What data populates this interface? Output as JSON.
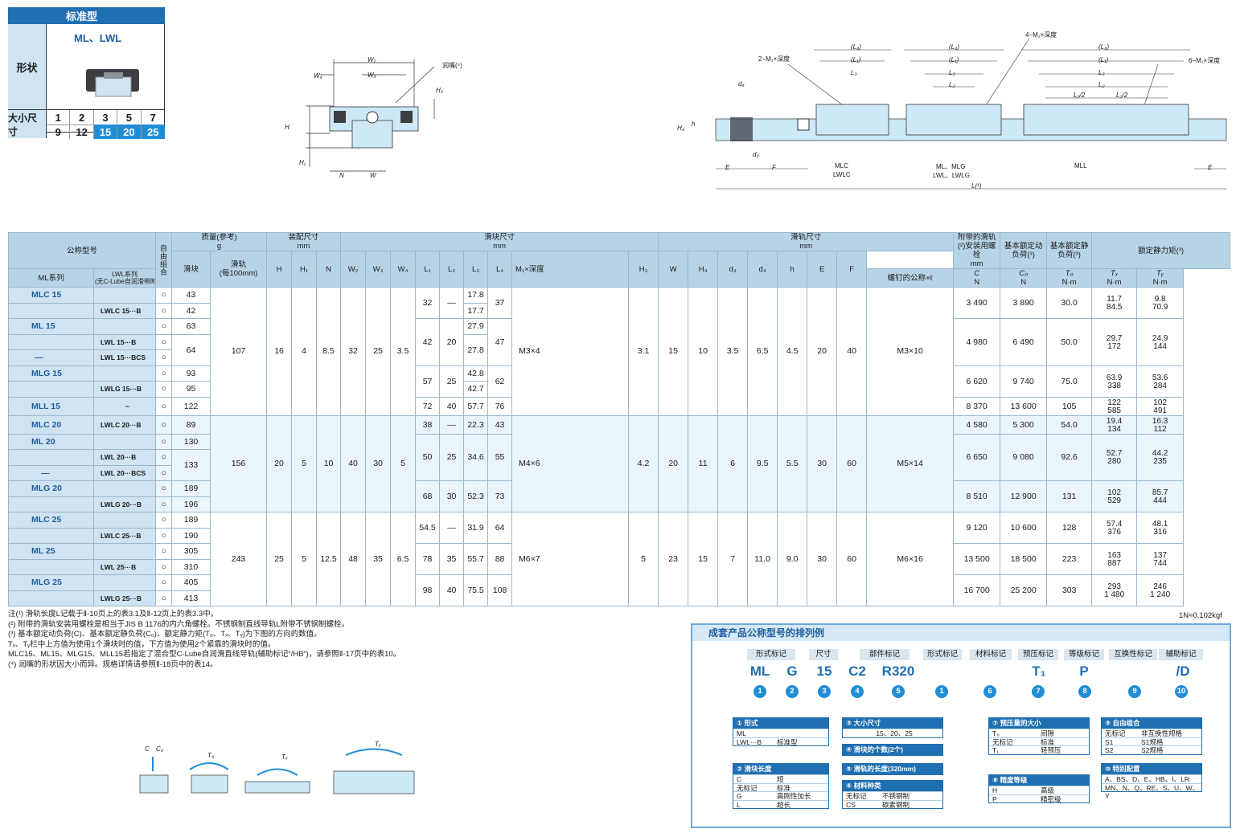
{
  "header": {
    "title": "标准型",
    "shape_label": "形状",
    "model": "ML、LWL",
    "size_label": "大小尺寸",
    "sizes_top": [
      "1",
      "2",
      "3",
      "5",
      "7"
    ],
    "sizes_bottom": [
      "9",
      "12",
      "15",
      "20",
      "25"
    ]
  },
  "diagram1": {
    "labels": {
      "w2": "W₂",
      "w4": "W₄",
      "w3": "W₃",
      "h": "H",
      "h1": "H₁",
      "h3": "H₃",
      "n": "N",
      "w": "W",
      "nozzle": "润嘴(⁴)"
    }
  },
  "diagram2": {
    "labels": {
      "m2": "2−M₁×深度",
      "m4": "4−M₁×深度",
      "m6": "6−M₁×深度",
      "l4a": "(L₄)",
      "l1a": "(L₁)",
      "l3a": "L₃",
      "l4b": "(L₄)",
      "l1b": "(L₁)",
      "l3b": "L₃",
      "l2b": "L₂",
      "l4c": "(L₄)",
      "l1c": "(L₁)",
      "l3c": "L₃",
      "l2c": "L₂",
      "l2h1": "L₂/2",
      "l2h2": "L₂/2",
      "d4": "d₄",
      "d3": "d₃",
      "h4": "H₄",
      "h": "h",
      "e1": "E",
      "f": "F",
      "e2": "E",
      "l": "L(¹)",
      "mlc": "MLC",
      "lwlc": "LWLC",
      "mlmlg": "ML、MLG",
      "lwl": "LWL、LWLG",
      "mll": "MLL"
    }
  },
  "table": {
    "head": {
      "model": "公称型号",
      "ml": "ML系列",
      "lwl": "LWL系列",
      "lwl_sub": "(无C-Lube自润滑带附件)",
      "interchange": "自由组合",
      "mass": "质量(参考)",
      "mass_unit": "g",
      "block": "滑块",
      "rail": "滑轨",
      "rail_sub": "(每100mm)",
      "mount": "装配尺寸",
      "mount_unit": "mm",
      "slider": "滑块尺寸",
      "slider_unit": "mm",
      "railsz": "滑轨尺寸",
      "railsz_unit": "mm",
      "bolt": "附带的滑轨(²)安装用螺栓",
      "bolt_unit": "mm",
      "bolt_sub": "螺钉的公称×ℓ",
      "dyn": "基本额定动负荷(³)",
      "sta": "基本额定静负荷(³)",
      "mom": "额定静力矩(³)",
      "H": "H",
      "H1": "H₁",
      "N": "N",
      "W2": "W₂",
      "W3": "W₃",
      "W4": "W₄",
      "L1": "L₁",
      "L2": "L₂",
      "L3": "L₃",
      "L4": "L₄",
      "M1": "M₁×深度",
      "H3": "H₃",
      "W": "W",
      "H4": "H₄",
      "d3": "d₃",
      "d4": "d₄",
      "h": "h",
      "E": "E",
      "F": "F",
      "C": "C",
      "C0": "C₀",
      "N1": "N",
      "N2": "N",
      "T0": "T₀",
      "TX": "Tₓ",
      "TY": "Tᵧ",
      "Nm1": "N·m",
      "Nm2": "N·m",
      "Nm3": "N·m"
    },
    "circle": "○",
    "dash": "—",
    "lwl_dash": "−",
    "g15": {
      "ml": [
        "MLC  15",
        "ML    15",
        "—",
        "MLG  15",
        "MLL  15"
      ],
      "lw": [
        "LWLC  15···B",
        "LWL    15···B",
        "LWL    15···BCS",
        "LWLG  15···B"
      ],
      "mass": [
        "43",
        "42",
        "63",
        "64",
        "93",
        "95",
        "122"
      ],
      "rail": "107",
      "H": "16",
      "H1": "4",
      "N": "8.5",
      "W2": "32",
      "W3": "25",
      "W4": "3.5",
      "L1": [
        "32",
        "42",
        "57",
        "72"
      ],
      "L2": [
        "20",
        "25",
        "40"
      ],
      "L3": [
        "17.8",
        "17.7",
        "27.9",
        "27.8",
        "42.8",
        "42.7",
        "57.7"
      ],
      "L4": [
        "37",
        "47",
        "62",
        "76"
      ],
      "M1": "M3×4",
      "H3": "3.1",
      "W": "15",
      "H4": "10",
      "d3": "3.5",
      "d4": "6.5",
      "h": "4.5",
      "E": "20",
      "F": "40",
      "bolt": "M3×10",
      "C": [
        "3 490",
        "4 980",
        "6 620",
        "8 370"
      ],
      "C0": [
        "3 890",
        "6 490",
        "9 740",
        "13 600"
      ],
      "T0": [
        "30.0",
        "50.0",
        "75.0",
        "105"
      ],
      "TX": [
        [
          "11.7",
          "84.5"
        ],
        [
          "29.7",
          "172"
        ],
        [
          "63.9",
          "338"
        ],
        [
          "122",
          "585"
        ]
      ],
      "TY": [
        [
          "9.8",
          "70.9"
        ],
        [
          "24.9",
          "144"
        ],
        [
          "53.6",
          "284"
        ],
        [
          "102",
          "491"
        ]
      ]
    },
    "g20": {
      "ml": [
        "MLC  20",
        "ML    20",
        "—",
        "MLG  20"
      ],
      "lw": [
        "LWLC  20···B",
        "LWL    20···B",
        "LWL    20···BCS",
        "LWLG  20···B"
      ],
      "mass": [
        "89",
        "130",
        "133",
        "189",
        "196"
      ],
      "rail": "156",
      "H": "20",
      "H1": "5",
      "N": "10",
      "W2": "40",
      "W3": "30",
      "W4": "5",
      "L1": [
        "38",
        "50",
        "68"
      ],
      "L2": [
        "25",
        "30"
      ],
      "L3": [
        "22.3",
        "34.6",
        "52.3"
      ],
      "L4": [
        "43",
        "55",
        "73"
      ],
      "M1": "M4×6",
      "H3": "4.2",
      "W": "20",
      "H4": "11",
      "d3": "6",
      "d4": "9.5",
      "h": "5.5",
      "E": "30",
      "F": "60",
      "bolt": "M5×14",
      "C": [
        "4 580",
        "6 650",
        "8 510"
      ],
      "C0": [
        "5 300",
        "9 080",
        "12 900"
      ],
      "T0": [
        "54.0",
        "92.6",
        "131"
      ],
      "TX": [
        [
          "19.4",
          "134"
        ],
        [
          "52.7",
          "280"
        ],
        [
          "102",
          "529"
        ]
      ],
      "TY": [
        [
          "16.3",
          "112"
        ],
        [
          "44.2",
          "235"
        ],
        [
          "85.7",
          "444"
        ]
      ]
    },
    "g25": {
      "ml": [
        "MLC  25",
        "ML    25",
        "MLG  25"
      ],
      "lw": [
        "LWLC  25···B",
        "LWL    25···B",
        "LWLG  25···B"
      ],
      "mass": [
        "189",
        "190",
        "305",
        "310",
        "405",
        "413"
      ],
      "rail": "243",
      "H": "25",
      "H1": "5",
      "N": "12.5",
      "W2": "48",
      "W3": "35",
      "W4": "6.5",
      "L1": [
        "54.5",
        "78",
        "98"
      ],
      "L2": [
        "35",
        "40"
      ],
      "L3": [
        "31.9",
        "55.7",
        "75.5"
      ],
      "L4": [
        "64",
        "88",
        "108"
      ],
      "M1": "M6×7",
      "H3": "5",
      "W": "23",
      "H4": "15",
      "d3": "7",
      "d4": "11.0",
      "h": "9.0",
      "E": "30",
      "F": "60",
      "bolt": "M6×16",
      "C": [
        "9 120",
        "13 500",
        "16 700"
      ],
      "C0": [
        "10 600",
        "18 500",
        "25 200"
      ],
      "T0": [
        "128",
        "223",
        "303"
      ],
      "TX": [
        [
          "57.4",
          "376"
        ],
        [
          "163",
          "887"
        ],
        [
          "293",
          "1 480"
        ]
      ],
      "TY": [
        [
          "48.1",
          "316"
        ],
        [
          "137",
          "744"
        ],
        [
          "246",
          "1 240"
        ]
      ]
    }
  },
  "notes": [
    "注(¹)  滑轨长度L记载于Ⅱ-10页上的表3.1及Ⅱ-12页上的表3.3中。",
    "    (²)  附带的滑轨安装用螺栓是相当于JIS B 1176的内六角螺栓。不锈钢制直线导轨L附带不锈钢制螺栓。",
    "    (³)  基本额定动负荷(C)、基本额定静负荷(C₀)、额定静力矩(T₀、Tₓ、Tᵧ)为下图的方向的数值。",
    "          Tₓ、Tᵧ栏中上方值为使用1个滑块时的值，下方值为使用2个紧靠的滑块时的值。",
    "          MLC15、ML15、MLG15、MLL15若指定了混合型C-Lube自润滑直线导轨(辅助标记“/HB”)，请参照Ⅱ-17页中的表10。",
    "    (⁴)  润嘴的形状因大小而异。规格详情请参照Ⅱ-18页中的表14。"
  ],
  "unit_note": "1N≈0.102kgf",
  "load_diagram": {
    "c": "C",
    "c0": "C₀",
    "t0": "T₀",
    "tx": "Tₓ",
    "ty": "Tᵧ"
  },
  "code": {
    "title": "成套产品公称型号的排列例",
    "tags": [
      "形式标记",
      "尺寸",
      "部件标记",
      "形式标记",
      "材料标记",
      "预压标记",
      "等级标记",
      "互换性标记",
      "辅助标记"
    ],
    "parts": [
      "ML",
      "G",
      "15",
      "C2",
      "R320",
      "T₁",
      "P",
      "/D"
    ],
    "nums": [
      "1",
      "2",
      "3",
      "4",
      "5",
      "1",
      "6",
      "7",
      "8",
      "9",
      "10"
    ],
    "b1": {
      "h": "① 形式",
      "rows": [
        [
          "ML",
          ""
        ],
        [
          "LWL···B",
          "标准型"
        ]
      ]
    },
    "b2": {
      "h": "② 滑块长度",
      "rows": [
        [
          "C",
          "短"
        ],
        [
          "无标记",
          "标准"
        ],
        [
          "G",
          "高刚性加长"
        ],
        [
          "L",
          "超长"
        ]
      ]
    },
    "b3": {
      "h": "③ 大小尺寸",
      "v": "15、20、25"
    },
    "b4": {
      "h": "④ 滑块的个数(2个)"
    },
    "b5": {
      "h": "⑤ 滑轨的长度(320mm)"
    },
    "b6": {
      "h": "⑥ 材料种类",
      "rows": [
        [
          "无标记",
          "不锈钢制"
        ],
        [
          "CS",
          "碳素钢制"
        ]
      ]
    },
    "b7": {
      "h": "⑦ 预压量的大小",
      "rows": [
        [
          "T₀",
          "间隙"
        ],
        [
          "无标记",
          "标准"
        ],
        [
          "T₁",
          "轻预压"
        ]
      ]
    },
    "b8": {
      "h": "⑧ 精度等级",
      "rows": [
        [
          "H",
          "高级"
        ],
        [
          "P",
          "精密级"
        ]
      ]
    },
    "b9": {
      "h": "⑨ 自由组合",
      "rows": [
        [
          "无标记",
          "非互换性规格"
        ],
        [
          "S1",
          "S1规格"
        ],
        [
          "S2",
          "S2规格"
        ]
      ]
    },
    "b10": {
      "h": "⑩ 特别配置",
      "rows": [
        [
          "A、BS、D、E、HB、Ⅰ、LR"
        ],
        [
          "MN、N、Q、RE、S、U、W、Y"
        ]
      ]
    }
  },
  "colors": {
    "accent": "#1f6fb2",
    "header_bg": "#b6d4e6",
    "rail_blue": "#cde8f6"
  }
}
